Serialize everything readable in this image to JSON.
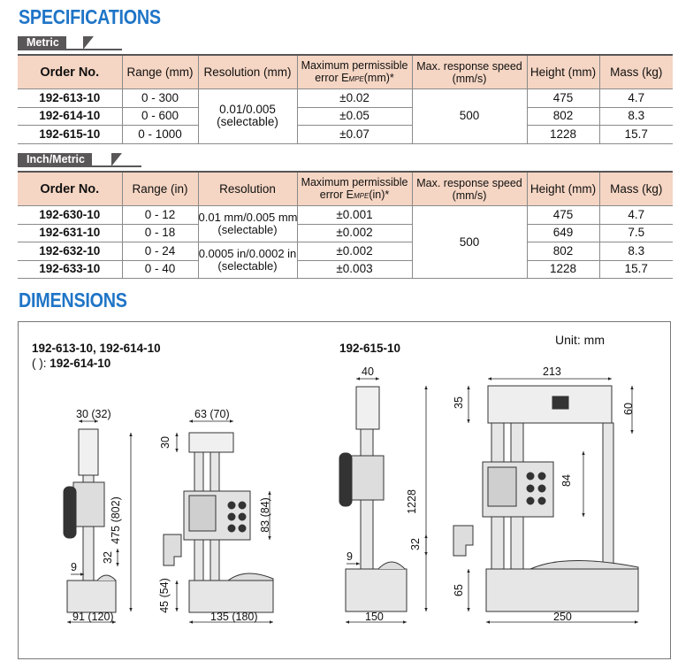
{
  "specifications": {
    "title": "SPECIFICATIONS",
    "metric": {
      "tab": "Metric",
      "headers": {
        "order": "Order No.",
        "range": "Range (mm)",
        "resolution": "Resolution (mm)",
        "mpe_line1": "Maximum permissible",
        "mpe_line2a": "error E",
        "mpe_sub": "MPE",
        "mpe_line2b": "(mm)*",
        "speed_line1": "Max. response speed",
        "speed_line2": "(mm/s)",
        "height": "Height (mm)",
        "mass": "Mass (kg)"
      },
      "resolution_line1": "0.01/0.005",
      "resolution_line2": "(selectable)",
      "speed": "500",
      "rows": [
        {
          "order": "192-613-10",
          "range": "0 - 300",
          "mpe": "±0.02",
          "height": "475",
          "mass": "4.7"
        },
        {
          "order": "192-614-10",
          "range": "0 - 600",
          "mpe": "±0.05",
          "height": "802",
          "mass": "8.3"
        },
        {
          "order": "192-615-10",
          "range": "0 - 1000",
          "mpe": "±0.07",
          "height": "1228",
          "mass": "15.7"
        }
      ]
    },
    "inch": {
      "tab": "Inch/Metric",
      "headers": {
        "order": "Order No.",
        "range": "Range (in)",
        "resolution": "Resolution",
        "mpe_line1": "Maximum permissible",
        "mpe_line2a": "error E",
        "mpe_sub": "MPE",
        "mpe_line2b": "(in)*",
        "speed_line1": "Max. response speed",
        "speed_line2": "(mm/s)",
        "height": "Height (mm)",
        "mass": "Mass (kg)"
      },
      "resolution_lines": [
        "0.01 mm/0.005 mm",
        "(selectable)",
        "0.0005 in/0.0002 in",
        "(selectable)"
      ],
      "speed": "500",
      "rows": [
        {
          "order": "192-630-10",
          "range": "0 - 12",
          "mpe": "±0.001",
          "height": "475",
          "mass": "4.7"
        },
        {
          "order": "192-631-10",
          "range": "0 - 18",
          "mpe": "±0.002",
          "height": "649",
          "mass": "7.5"
        },
        {
          "order": "192-632-10",
          "range": "0 - 24",
          "mpe": "±0.002",
          "height": "802",
          "mass": "8.3"
        },
        {
          "order": "192-633-10",
          "range": "0 - 40",
          "mpe": "±0.003",
          "height": "1228",
          "mass": "15.7"
        }
      ]
    }
  },
  "dimensions": {
    "title": "DIMENSIONS",
    "unit": "Unit: mm",
    "left_model": "192-613-10, 192-614-10",
    "left_note_paren": "(   ): ",
    "left_note_model": "192-614-10",
    "right_model": "192-615-10",
    "left_labels": {
      "width_top": "30 (32)",
      "width_head": "63 (70)",
      "top_30": "30",
      "height_total": "475 (802)",
      "head_83": "83 (84)",
      "jaw_32": "32",
      "base_45": "45 (54)",
      "tip_9": "9",
      "base_front": "91 (120)",
      "base_side": "135 (180)"
    },
    "right_labels": {
      "width_40": "40",
      "width_213": "213",
      "top_35": "35",
      "top_60": "60",
      "height_1228": "1228",
      "head_84": "84",
      "jaw_32": "32",
      "tip_9": "9",
      "base_65": "65",
      "base_150": "150",
      "base_250": "250"
    }
  }
}
